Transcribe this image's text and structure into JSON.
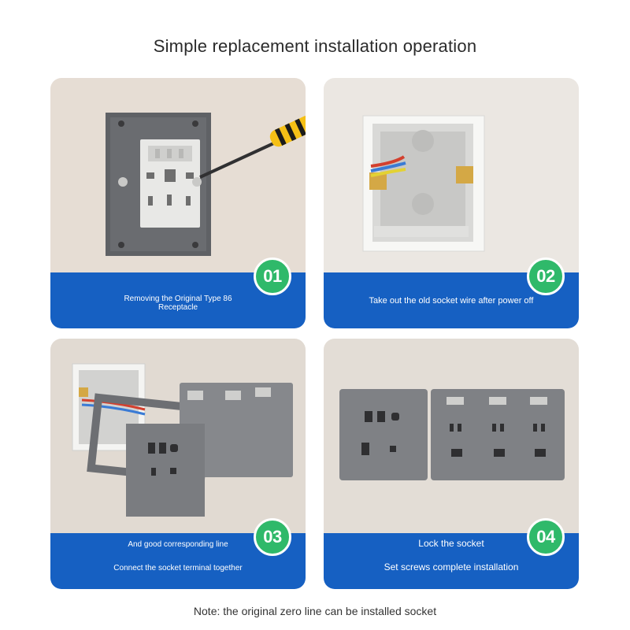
{
  "title": "Simple replacement installation operation",
  "steps": [
    {
      "number": "01",
      "captions": [
        "Removing the Original Type 86",
        "Receptacle"
      ]
    },
    {
      "number": "02",
      "captions": [
        "Take out the old socket wire after power off"
      ]
    },
    {
      "number": "03",
      "captions": [
        "And good corresponding line",
        "Connect the socket terminal together"
      ]
    },
    {
      "number": "04",
      "captions": [
        "Lock the socket",
        "Set screws complete installation"
      ]
    }
  ],
  "note": "Note: the original zero line can be installed socket",
  "colors": {
    "band": "#1660c2",
    "badge": "#2fb96a",
    "wall": "#e3ddd6"
  }
}
